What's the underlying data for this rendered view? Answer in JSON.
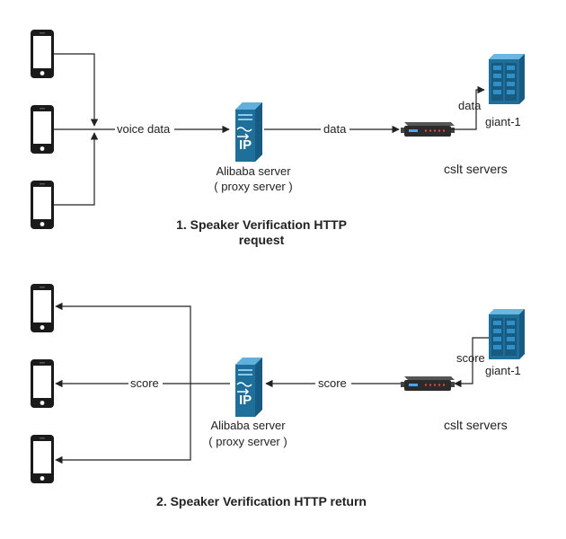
{
  "section1": {
    "edge_voice": "voice data",
    "edge_data1": "data",
    "edge_data2": "data",
    "proxy_name": "Alibaba server",
    "proxy_sub": "( proxy server )",
    "giant_label": "giant-1",
    "cslt_label": "cslt servers",
    "title_line1": "1. Speaker Verification HTTP",
    "title_line2": "request"
  },
  "section2": {
    "edge_score_left": "score",
    "edge_score_mid": "score",
    "edge_score_right": "score",
    "proxy_name": "Alibaba server",
    "proxy_sub": "( proxy server )",
    "giant_label": "giant-1",
    "cslt_label": "cslt servers",
    "title": "2. Speaker Verification HTTP return"
  },
  "icons": {
    "phone": "smartphone-icon",
    "proxy": "sip-server-icon",
    "router": "router-icon",
    "server": "server-rack-icon"
  },
  "colors": {
    "server_blue": "#1f6f9b",
    "line": "#222222",
    "phone": "#1a1a1a"
  }
}
